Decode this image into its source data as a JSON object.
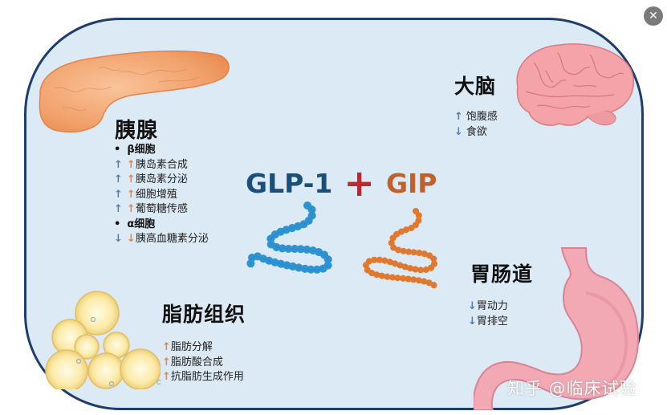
{
  "close_button": {
    "icon": "close-icon",
    "glyph": "✕"
  },
  "title": {
    "glp1": "GLP-1",
    "plus": "+",
    "gip": "GIP"
  },
  "colors": {
    "panel_bg": "#dceaf5",
    "panel_border": "#1f3d6b",
    "glp1_text": "#1b4f7a",
    "gip_text": "#c0602a",
    "plus": "#c4242b",
    "arrow_blue": "#4f7fb5",
    "arrow_orange": "#e8834a",
    "glp1_peptide": "#2e93d1",
    "gip_peptide": "#e0782e"
  },
  "pancreas": {
    "heading": "胰腺",
    "groups": [
      {
        "label": "β细胞",
        "items": [
          {
            "glp1_arrow": "↑",
            "gip_arrow": "↑",
            "text": "胰岛素合成"
          },
          {
            "glp1_arrow": "↑",
            "gip_arrow": "↑",
            "text": "胰岛素分泌"
          },
          {
            "glp1_arrow": "↑",
            "gip_arrow": "↑",
            "text": "细胞增殖"
          },
          {
            "glp1_arrow": "↑",
            "gip_arrow": "↑",
            "text": "葡萄糖传感"
          }
        ]
      },
      {
        "label": "α细胞",
        "items": [
          {
            "glp1_arrow": "↓",
            "gip_arrow": "↓",
            "text": "胰高血糖素分泌"
          }
        ]
      }
    ],
    "bullet": "•"
  },
  "brain": {
    "heading": "大脑",
    "items": [
      {
        "arrow": "↑",
        "text": "饱腹感"
      },
      {
        "arrow": "↓",
        "text": "食欲"
      }
    ]
  },
  "gi_tract": {
    "heading": "胃肠道",
    "items": [
      {
        "arrow": "↓",
        "text": "胃动力"
      },
      {
        "arrow": "↓",
        "text": "胃排空"
      }
    ]
  },
  "adipose": {
    "heading": "脂肪组织",
    "items": [
      {
        "arrow": "↑",
        "text": "脂肪分解"
      },
      {
        "arrow": "↑",
        "text": "脂肪酸合成"
      },
      {
        "arrow": "↑",
        "text": "抗脂肪生成作用"
      }
    ]
  },
  "watermark": "知乎 @临床试验"
}
